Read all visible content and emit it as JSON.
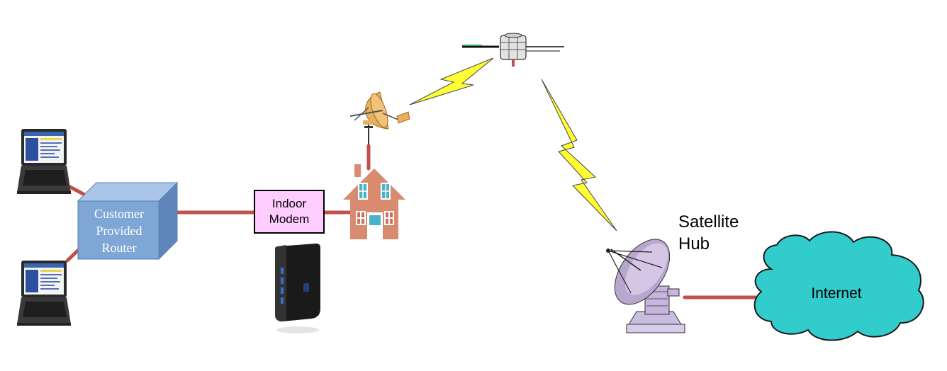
{
  "router": {
    "line1": "Customer",
    "line2": "Provided",
    "line3": "Router"
  },
  "modem": {
    "line1": "Indoor",
    "line2": "Modem"
  },
  "hub": {
    "line1": "Satellite",
    "line2": "Hub"
  },
  "internet": {
    "label": "Internet"
  },
  "colors": {
    "cable": "#c0504d",
    "router_face": "#7fa7d6",
    "modem_box": "#ffccff",
    "house": "#d98b6f",
    "lightning": "#ffff33",
    "cloud": "#33cccc",
    "dish": "#b8a6cf"
  }
}
